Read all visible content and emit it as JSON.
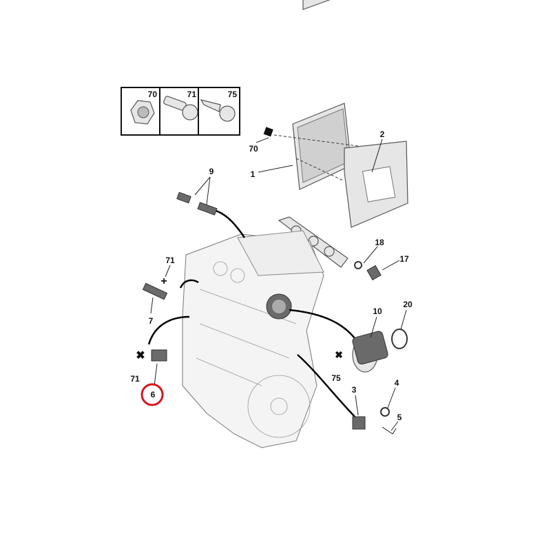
{
  "fastener_legend": [
    {
      "label": "70"
    },
    {
      "label": "71"
    },
    {
      "label": "75"
    }
  ],
  "callouts": {
    "p70": "70",
    "p1": "1",
    "p2": "2",
    "p9": "9",
    "p18": "18",
    "p17": "17",
    "p71a": "71",
    "p7": "7",
    "p10": "10",
    "p20": "20",
    "p71b": "71",
    "p6": "6",
    "p75": "75",
    "p3": "3",
    "p4": "4",
    "p5": "5"
  },
  "highlight": {
    "part": "6",
    "color": "#d9141b"
  }
}
